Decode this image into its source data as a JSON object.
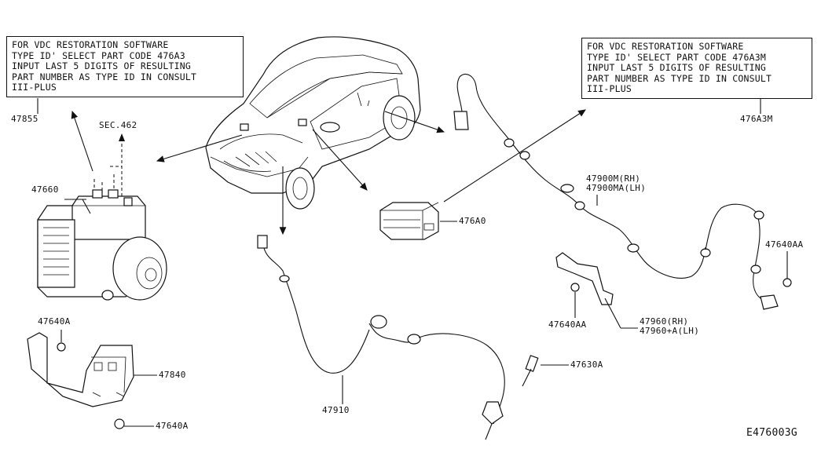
{
  "notes": {
    "left": "FOR VDC RESTORATION SOFTWARE\nTYPE ID' SELECT PART CODE 476A3\nINPUT LAST 5 DIGITS OF RESULTING\nPART NUMBER AS TYPE ID IN CONSULT\nIII-PLUS",
    "right": "FOR VDC RESTORATION SOFTWARE\nTYPE ID' SELECT PART CODE 476A3M\nINPUT LAST 5 DIGITS OF RESULTING\nPART NUMBER AS TYPE ID IN CONSULT\nIII-PLUS"
  },
  "labels": {
    "p47855": "47855",
    "sec462": "SEC.462",
    "p47660": "47660",
    "p47640A_top": "47640A",
    "p47840": "47840",
    "p47640A_bottom": "47640A",
    "p47910": "47910",
    "p476A0": "476A0",
    "p476A3M": "476A3M",
    "p47900M": "47900M(RH)\n47900MA(LH)",
    "p47640AA_right": "47640AA",
    "p47640AA_mid": "47640AA",
    "p47960": "47960(RH)\n47960+A(LH)",
    "p47630A": "47630A",
    "diagram_code": "E476003G"
  }
}
